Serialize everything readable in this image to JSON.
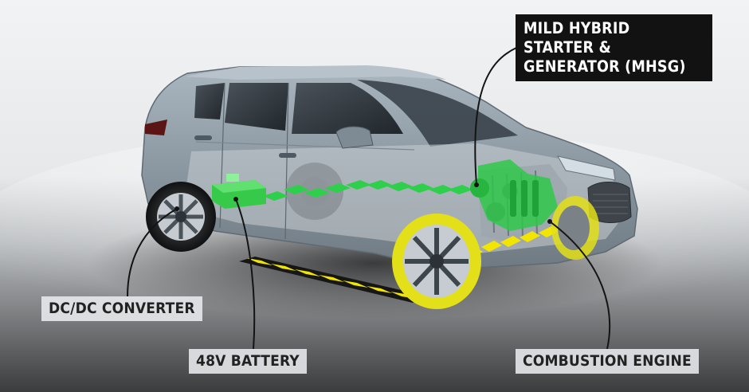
{
  "labels": {
    "mhsg": "MILD HYBRID STARTER & GENERATOR (MHSG)",
    "dcdc": "DC/DC CONVERTER",
    "battery": "48V BATTERY",
    "engine": "COMBUSTION ENGINE"
  },
  "colors": {
    "background": "#e9ebed",
    "road": "#3a3b3d",
    "car_body": "#8d9ba6",
    "highlight_green": "#2ecf4a",
    "highlight_yellow": "#e6e01a",
    "label_light_bg": "#e9ebee",
    "label_dark_bg": "#121212"
  }
}
